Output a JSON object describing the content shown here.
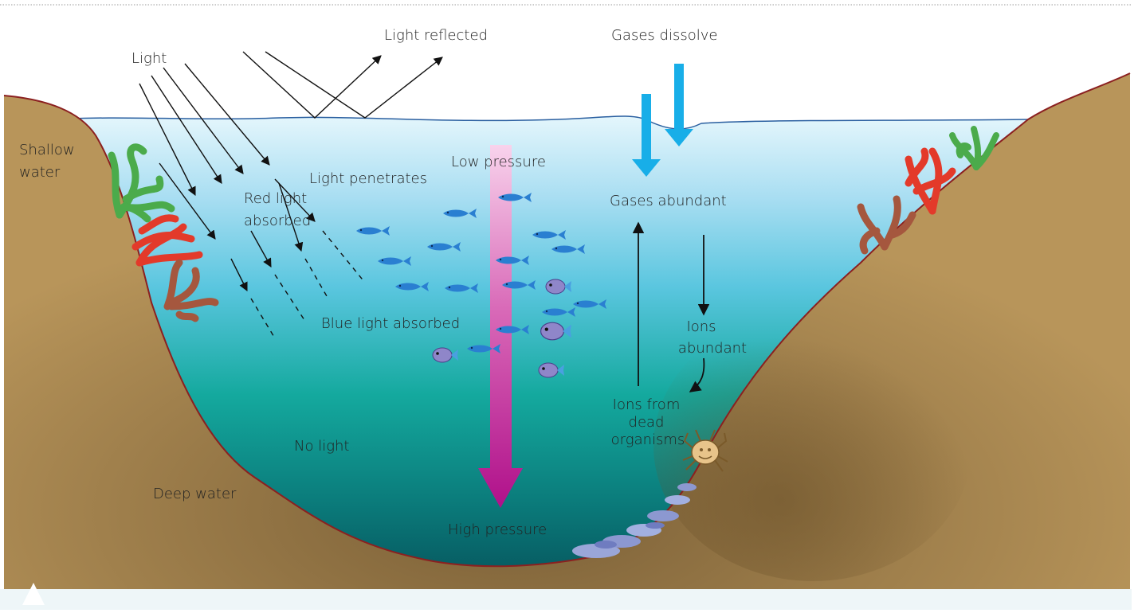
{
  "labels": {
    "light": "Light",
    "light_reflected": "Light reflected",
    "gases_dissolve": "Gases dissolve",
    "shallow_water_1": "Shallow",
    "shallow_water_2": "water",
    "low_pressure": "Low pressure",
    "light_penetrates": "Light penetrates",
    "red_light_1": "Red light",
    "red_light_2": "absorbed",
    "gases_abundant": "Gases abundant",
    "blue_light_absorbed": "Blue light absorbed",
    "ions_abundant_1": "Ions",
    "ions_abundant_2": "abundant",
    "ions_dead_1": "Ions from",
    "ions_dead_2": "dead",
    "ions_dead_3": "organisms",
    "no_light": "No light",
    "deep_water": "Deep water",
    "high_pressure": "High pressure"
  },
  "colors": {
    "sediment": "#b8955a",
    "water_top": "#dff3fb",
    "water_mid": "#3fbfd0",
    "water_bottom": "#0a6d6f",
    "pressure_top": "#f7c8e8",
    "pressure_bottom": "#b8168e",
    "gas_arrow": "#18aee8",
    "shore_line": "#8b2020",
    "green_weed": "#4bab4b",
    "red_weed": "#e33a2a",
    "brown_weed": "#a5573e",
    "fish": "#2a7fd1"
  }
}
